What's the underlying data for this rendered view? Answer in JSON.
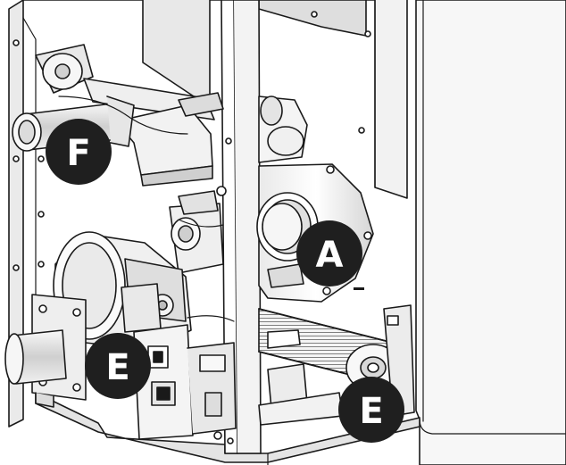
{
  "labels": {
    "a": "A",
    "e_left": "E",
    "e_right": "E",
    "f": "F"
  },
  "colors": {
    "line": "#1a1a1a",
    "panel": "#f4f4f4",
    "shade": "#d8d8d8",
    "badge": "#1f1f1f",
    "badge_text": "#ffffff"
  }
}
